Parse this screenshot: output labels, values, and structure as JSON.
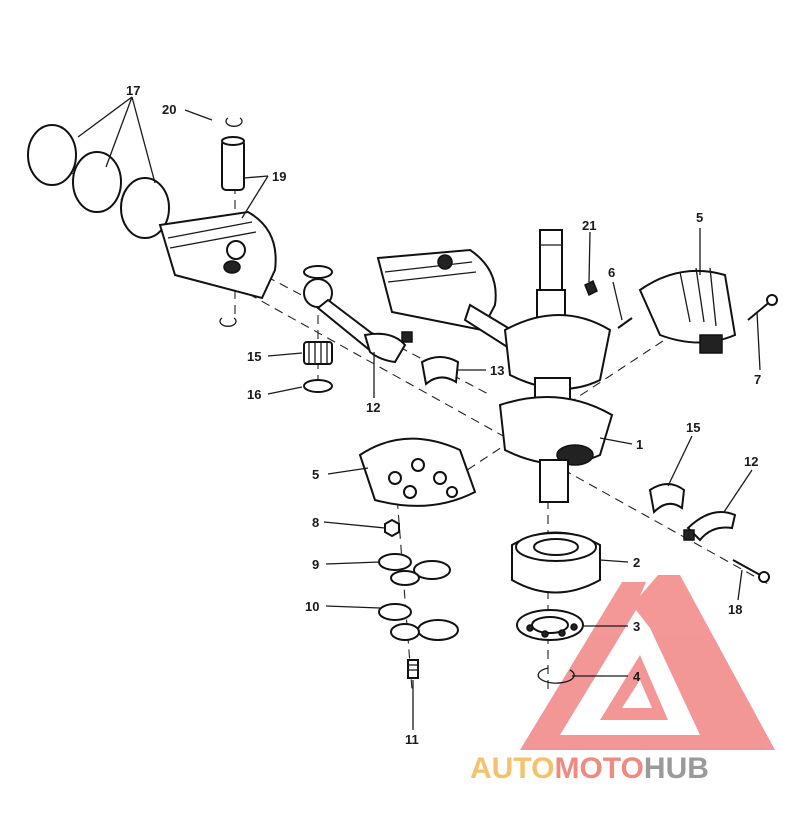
{
  "callouts": [
    {
      "id": "c1",
      "text": "1"
    },
    {
      "id": "c2",
      "text": "2"
    },
    {
      "id": "c3",
      "text": "3"
    },
    {
      "id": "c4",
      "text": "4"
    },
    {
      "id": "c5a",
      "text": "5"
    },
    {
      "id": "c5b",
      "text": "5"
    },
    {
      "id": "c6",
      "text": "6"
    },
    {
      "id": "c7",
      "text": "7"
    },
    {
      "id": "c8",
      "text": "8"
    },
    {
      "id": "c9",
      "text": "9"
    },
    {
      "id": "c10",
      "text": "10"
    },
    {
      "id": "c11",
      "text": "11"
    },
    {
      "id": "c12a",
      "text": "12"
    },
    {
      "id": "c12b",
      "text": "12"
    },
    {
      "id": "c13",
      "text": "13"
    },
    {
      "id": "c15a",
      "text": "15"
    },
    {
      "id": "c15b",
      "text": "15"
    },
    {
      "id": "c16",
      "text": "16"
    },
    {
      "id": "c17",
      "text": "17"
    },
    {
      "id": "c18",
      "text": "18"
    },
    {
      "id": "c19",
      "text": "19"
    },
    {
      "id": "c20",
      "text": "20"
    },
    {
      "id": "c21",
      "text": "21"
    }
  ],
  "watermark": {
    "part1": "AUTO",
    "part2": "MOTO",
    "part3": "HUB",
    "color_auto": "#f5c26b",
    "color_moto": "#ef8a80",
    "color_hub": "#9a9a9a",
    "logo_color": "#ee6f6f"
  }
}
